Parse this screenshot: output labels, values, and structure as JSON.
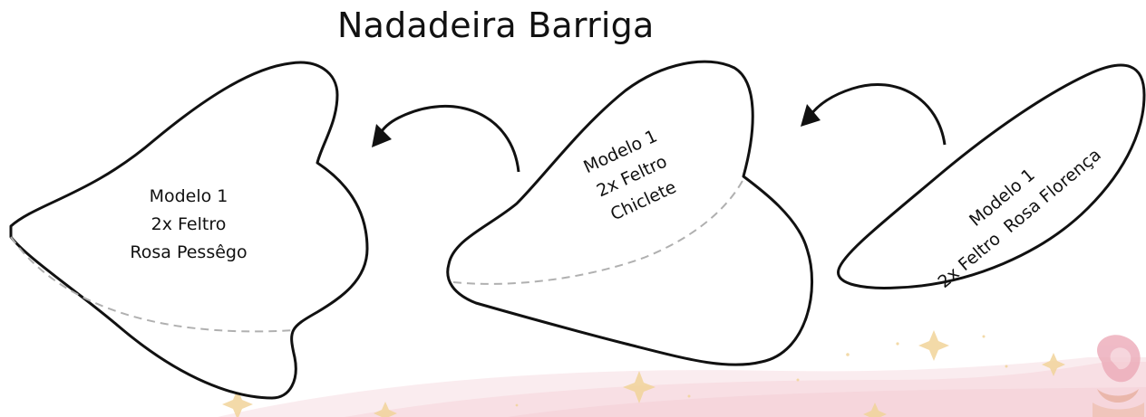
{
  "title": "Nadadeira Barriga",
  "pieces": [
    {
      "line1": "Modelo 1",
      "line2": "2x Feltro",
      "line3": "Rosa Pessêgo"
    },
    {
      "line1": "Modelo 1",
      "line2": "2x Feltro",
      "line3": "Chiclete"
    },
    {
      "line1": "Modelo 1",
      "line2": "2x Feltro  Rosa Florença"
    }
  ],
  "colors": {
    "outline": "#111111",
    "dashed": "#b0b0b0",
    "watermark_pink": "#f3c6cf",
    "sparkle": "#f3d9a6",
    "rose": "#e9a9b5"
  }
}
